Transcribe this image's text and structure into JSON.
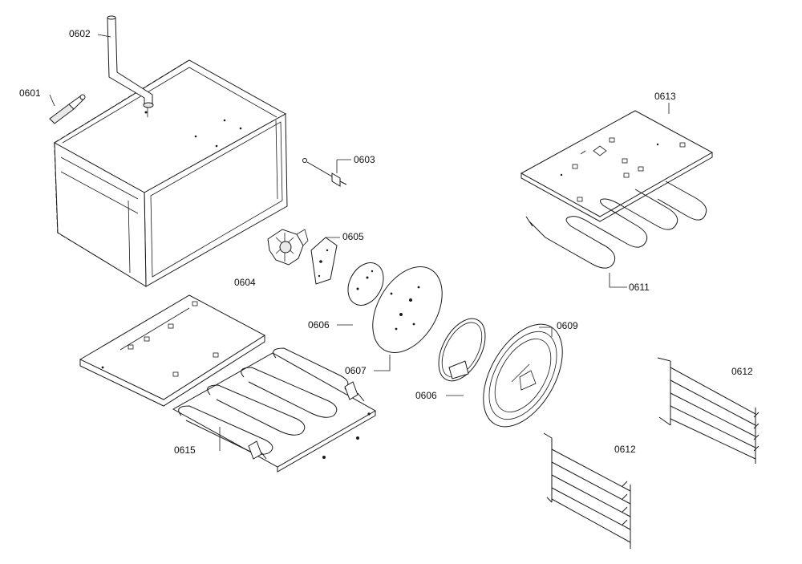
{
  "parts": [
    {
      "id": "p0601",
      "label": "0601"
    },
    {
      "id": "p0602",
      "label": "0602"
    },
    {
      "id": "p0603",
      "label": "0603"
    },
    {
      "id": "p0604",
      "label": "0604"
    },
    {
      "id": "p0605",
      "label": "0605"
    },
    {
      "id": "p0606a",
      "label": "0606"
    },
    {
      "id": "p0606b",
      "label": "0606"
    },
    {
      "id": "p0607",
      "label": "0607"
    },
    {
      "id": "p0609",
      "label": "0609"
    },
    {
      "id": "p0611",
      "label": "0611"
    },
    {
      "id": "p0612a",
      "label": "0612"
    },
    {
      "id": "p0612b",
      "label": "0612"
    },
    {
      "id": "p0613",
      "label": "0613"
    },
    {
      "id": "p0615",
      "label": "0615"
    }
  ]
}
